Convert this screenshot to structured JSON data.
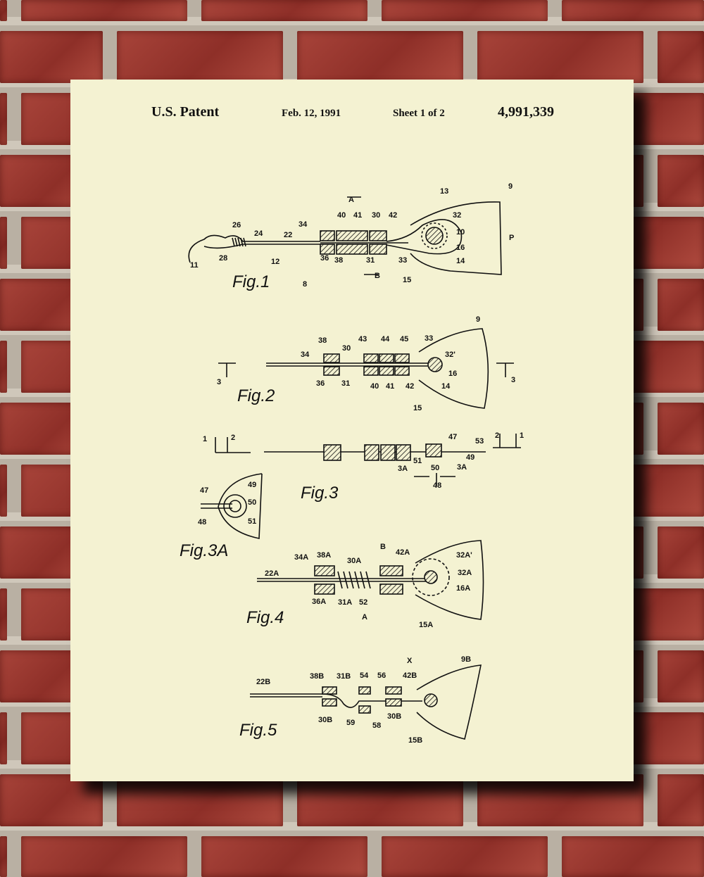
{
  "header": {
    "left": "U.S. Patent",
    "date": "Feb. 12, 1991",
    "sheet": "Sheet 1 of 2",
    "number": "4,991,339"
  },
  "fig1": {
    "caption": "Fig.1",
    "refs": [
      "A",
      "13",
      "9",
      "40",
      "41",
      "30",
      "42",
      "32",
      "34",
      "26",
      "24",
      "22",
      "10",
      "P",
      "16",
      "11",
      "28",
      "12",
      "36",
      "38",
      "31",
      "33",
      "14",
      "B",
      "15",
      "8"
    ]
  },
  "fig2": {
    "caption": "Fig.2",
    "refs": [
      "9",
      "38",
      "43",
      "44",
      "45",
      "33",
      "34",
      "30",
      "32'",
      "16",
      "36",
      "31",
      "40",
      "41",
      "42",
      "14",
      "3",
      "3",
      "15"
    ]
  },
  "fig3": {
    "caption": "Fig.3",
    "refs": [
      "1",
      "2",
      "47",
      "53",
      "2",
      "1",
      "51",
      "49",
      "3A",
      "50",
      "3A",
      "48"
    ]
  },
  "fig3a": {
    "caption": "Fig.3A",
    "refs": [
      "47",
      "49",
      "50",
      "48",
      "51"
    ]
  },
  "fig4": {
    "caption": "Fig.4",
    "refs": [
      "B",
      "34A",
      "38A",
      "30A",
      "42A",
      "32A'",
      "32A",
      "22A",
      "16A",
      "36A",
      "31A",
      "52",
      "A",
      "15A"
    ]
  },
  "fig5": {
    "caption": "Fig.5",
    "refs": [
      "X",
      "9B",
      "38B",
      "31B",
      "54",
      "56",
      "42B",
      "22B",
      "30B",
      "59",
      "58",
      "30B",
      "15B"
    ]
  },
  "colors": {
    "paper": "#f4f2d2",
    "brick": "#9c3a31",
    "mortar": "#cfc7ba",
    "ink": "#111111"
  }
}
